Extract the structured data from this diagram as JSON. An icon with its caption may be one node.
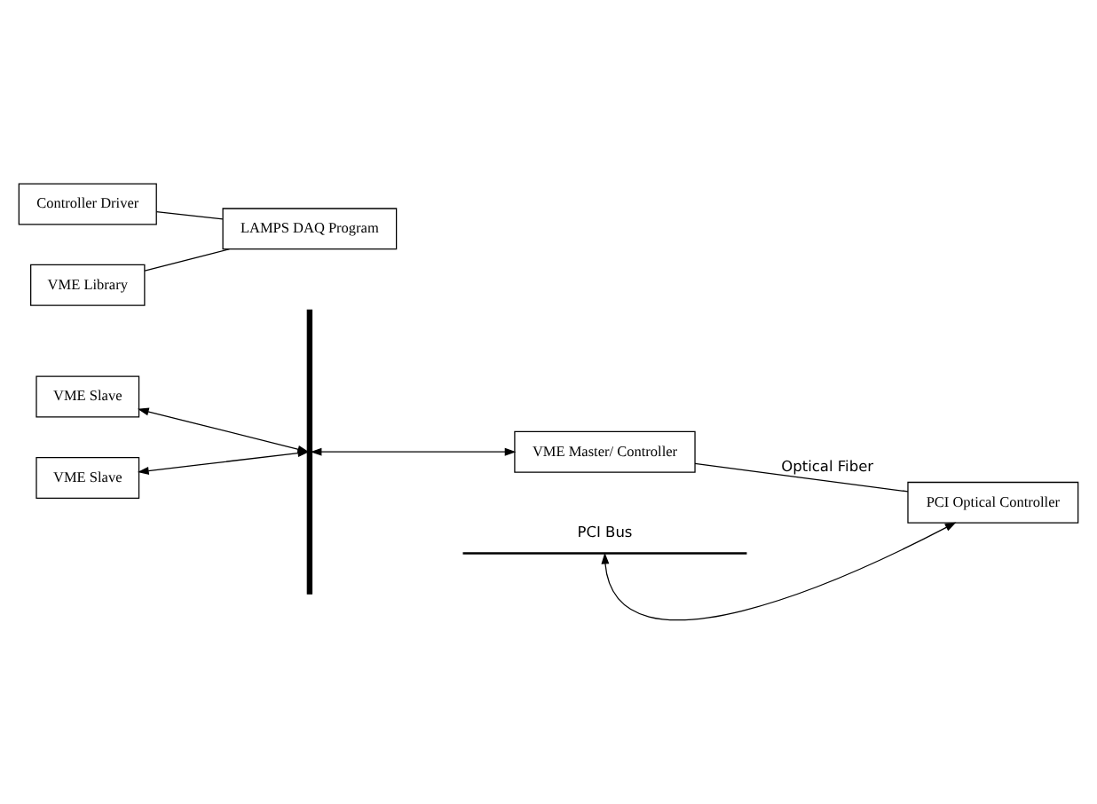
{
  "diagram": {
    "nodes": [
      {
        "text": [
          "VME Slave"
        ]
      },
      {
        "text": [
          "VME Slave"
        ]
      },
      {
        "text": [
          "VME Master/ Controller"
        ]
      },
      {
        "text": [
          "Controller Driver"
        ]
      },
      {
        "text": [
          "VME Library"
        ]
      },
      {
        "text": [
          "LAMPS DAQ Program"
        ]
      },
      {
        "text": [
          "PCI Optical Controller"
        ]
      },
      {
        "text": [],
        "shape": "bar"
      },
      {
        "text": [
          "PCI Bus"
        ]
      }
    ],
    "edges": [
      {
        "from": 0,
        "to": 7,
        "arrow": "both"
      },
      {
        "from": 1,
        "to": 7,
        "arrow": "both"
      },
      {
        "from": 7,
        "to": 2,
        "arrow": "both"
      },
      {
        "from": 3,
        "to": 5,
        "arrow": "none"
      },
      {
        "from": 4,
        "to": 5,
        "arrow": "none"
      },
      {
        "from": 8,
        "to": 6,
        "arrow": "both"
      },
      {
        "from": 2,
        "to": 6,
        "arrow": "none",
        "label": "Optical Fiber"
      }
    ]
  }
}
